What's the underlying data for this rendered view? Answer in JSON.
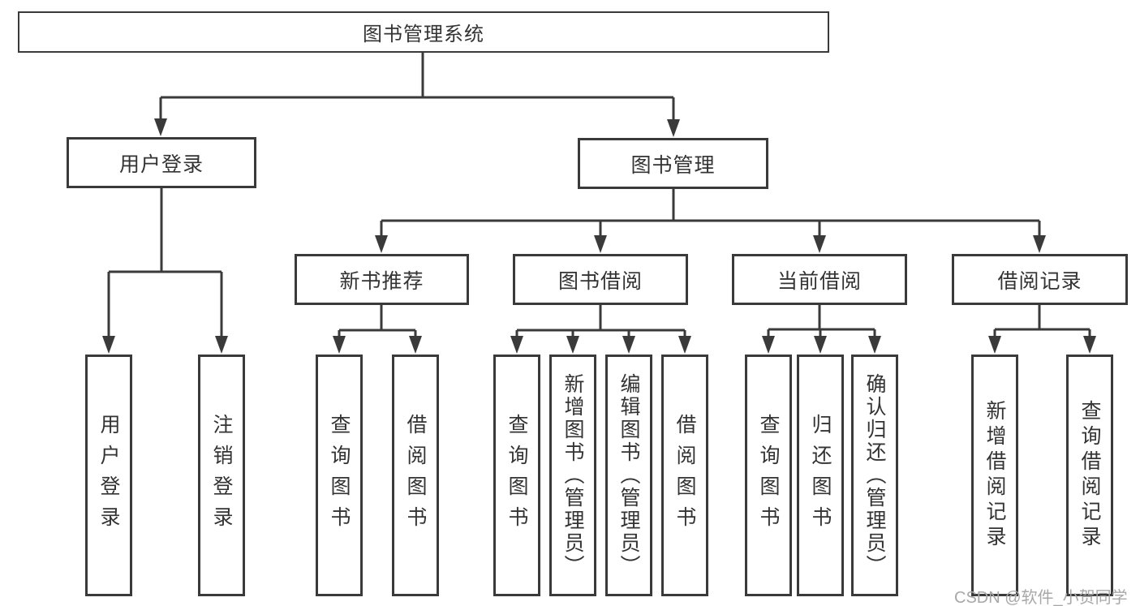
{
  "diagram": {
    "root": {
      "label": "图书管理系统"
    },
    "level1": [
      {
        "label": "用户登录"
      },
      {
        "label": "图书管理"
      }
    ],
    "level2": [
      {
        "label": "新书推荐"
      },
      {
        "label": "图书借阅"
      },
      {
        "label": "当前借阅"
      },
      {
        "label": "借阅记录"
      }
    ],
    "leaves": {
      "user_login": [
        {
          "label": "用户登录"
        },
        {
          "label": "注销登录"
        }
      ],
      "new_book": [
        {
          "label": "查询图书"
        },
        {
          "label": "借阅图书"
        }
      ],
      "book_borrow": [
        {
          "label": "查询图书"
        },
        {
          "label": "新增图书（管理员）"
        },
        {
          "label": "编辑图书（管理员）"
        },
        {
          "label": "借阅图书"
        }
      ],
      "current_borrow": [
        {
          "label": "查询图书"
        },
        {
          "label": "归还图书"
        },
        {
          "label": "确认归还（管理员）"
        }
      ],
      "records": [
        {
          "label": "新增借阅记录"
        },
        {
          "label": "查询借阅记录"
        }
      ]
    },
    "watermark": "CSDN @软件_小贺同学",
    "colors": {
      "line": "#3a3a3a",
      "text": "#333333",
      "watermark": "#a8a8a8",
      "background": "#ffffff"
    }
  }
}
